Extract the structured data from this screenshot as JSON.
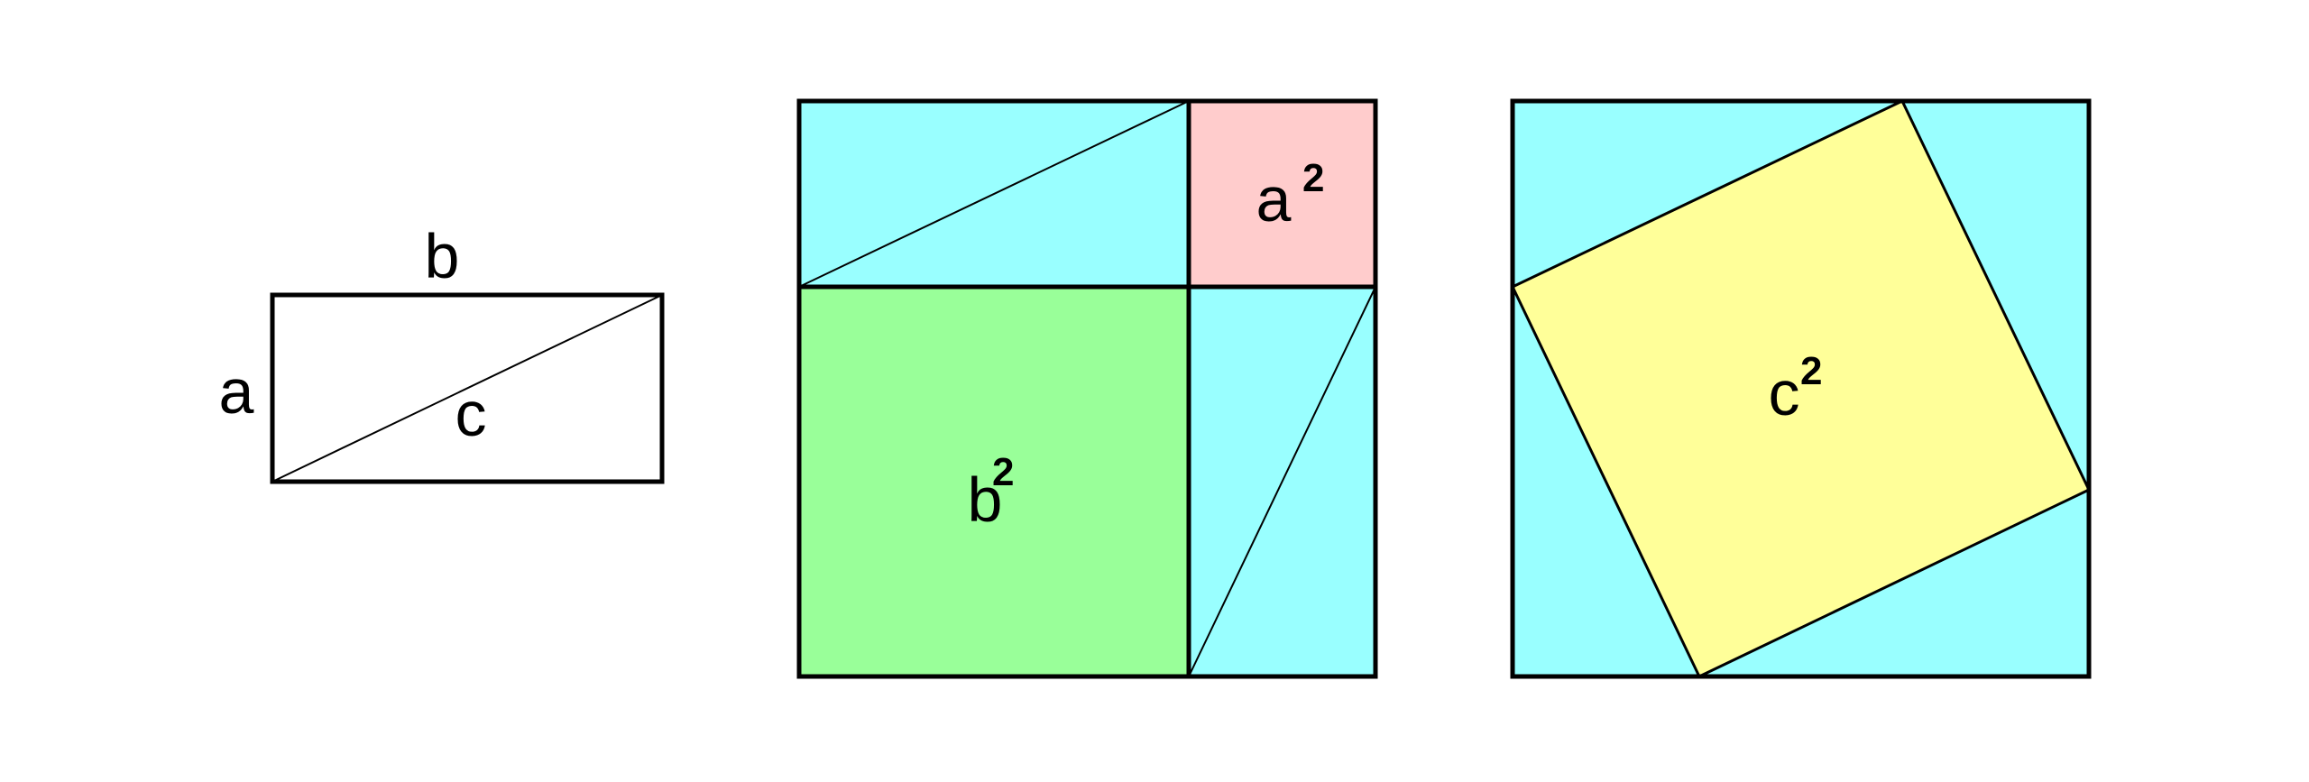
{
  "rectangle": {
    "side_a": "a",
    "side_b": "b",
    "diagonal": "c"
  },
  "square_two": {
    "small_square": {
      "base": "a",
      "exponent": "2"
    },
    "large_square": {
      "base": "b",
      "exponent": "2"
    }
  },
  "square_three": {
    "inner_square": {
      "base": "c",
      "exponent": "2"
    }
  },
  "colors": {
    "triangle_fill": "#99FFFF",
    "a_squared_fill": "#FFCCCC",
    "b_squared_fill": "#99FF99",
    "c_squared_fill": "#FFFF99",
    "stroke": "#000000"
  }
}
